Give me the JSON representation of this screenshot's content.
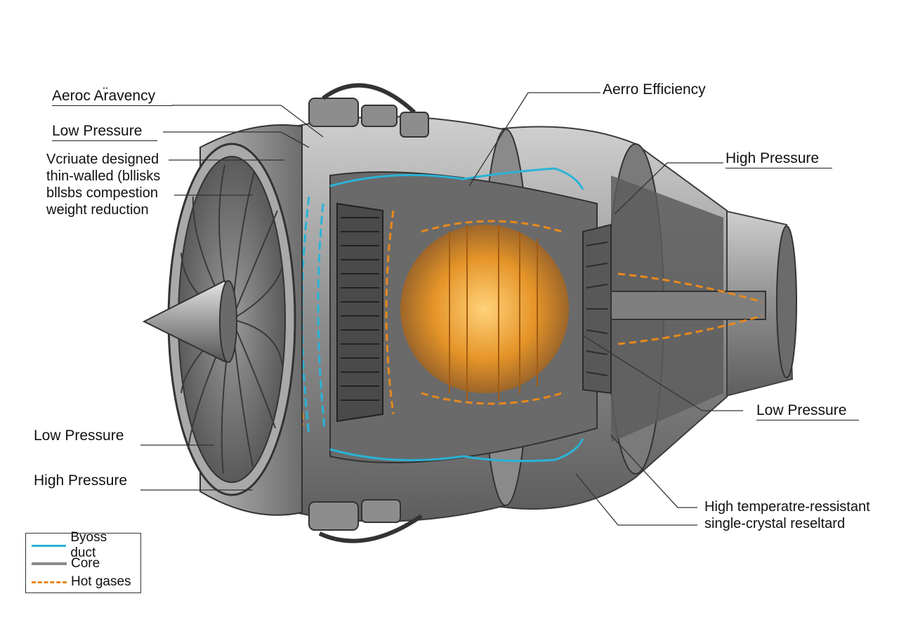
{
  "labels": {
    "aeroc_aravency": "Aeroc Ar̈avency",
    "aerro_efficiency": "Aerro Efficiency",
    "low_pressure_top_left": "Low Pressure",
    "high_pressure_top_right": "High Pressure",
    "low_pressure_bottom_left": "Low Pressure",
    "high_pressure_bottom_left": "High Pressure",
    "low_pressure_right": "Low Pressure",
    "fan_note": [
      "Vcriuate designed",
      "thin-walled (bllisks",
      "bllsbs compestion",
      "weight reduction"
    ],
    "turbine_note": [
      "High temperatre-ressistant",
      "single-crystal reseltard"
    ]
  },
  "legend": {
    "bypass_label": "Byoss duct",
    "core_label": "Core",
    "hot_label": "Hot gases",
    "bypass_color": "#2ab3d6",
    "core_color": "#8a8a8a",
    "hot_color": "#e8891c"
  }
}
